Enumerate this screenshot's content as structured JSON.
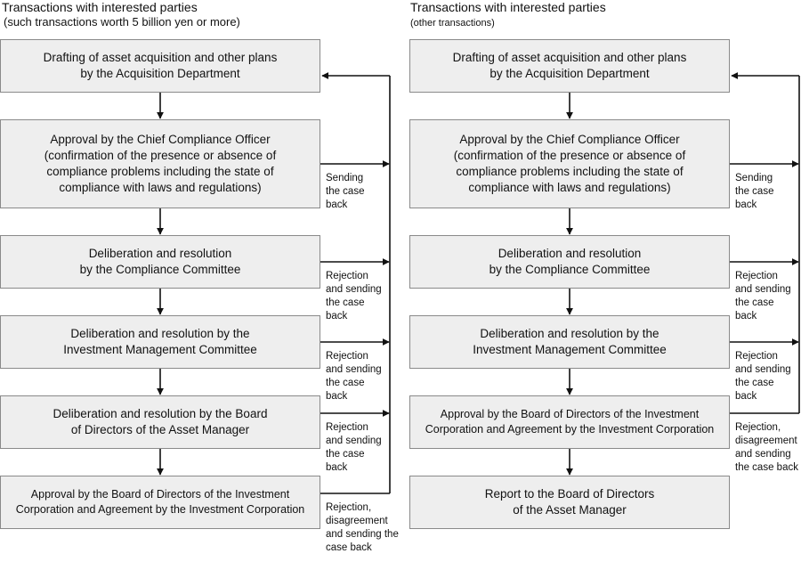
{
  "left": {
    "title": "Transactions with interested parties",
    "subtitle": "(such transactions worth 5 billion yen or more)",
    "boxes": [
      "Drafting of asset acquisition and other plans\nby the Acquisition Department",
      "Approval by the Chief Compliance Officer\n(confirmation of the presence or absence of\ncompliance problems including the state of\ncompliance with laws and regulations)",
      "Deliberation and resolution\nby the Compliance Committee",
      "Deliberation and resolution by the\nInvestment Management Committee",
      "Deliberation and resolution by the Board\nof Directors of the Asset Manager",
      "Approval by the Board of Directors of the Investment\nCorporation and Agreement by the Investment Corporation"
    ],
    "notes": [
      "Sending\nthe case\nback",
      "Rejection\nand sending\nthe case\nback",
      "Rejection\nand sending\nthe case\nback",
      "Rejection\nand sending\nthe case\nback",
      "Rejection,\ndisagreement\nand sending the\ncase back"
    ]
  },
  "right": {
    "title": "Transactions with interested parties",
    "subtitle": "(other transactions)",
    "boxes": [
      "Drafting of asset acquisition and other plans\nby the Acquisition Department",
      "Approval by the Chief Compliance Officer\n(confirmation of the presence or absence of\ncompliance problems including the state of\ncompliance with laws and regulations)",
      "Deliberation and resolution\nby the Compliance Committee",
      "Deliberation and resolution by the\nInvestment Management Committee",
      "Approval by the Board of Directors of the Investment\nCorporation and Agreement by the Investment Corporation",
      "Report to the Board of Directors\nof the Asset Manager"
    ],
    "notes": [
      "Sending\nthe case\nback",
      "Rejection\nand sending\nthe case\nback",
      "Rejection\nand sending\nthe case\nback",
      "Rejection,\ndisagreement\nand sending\nthe case back"
    ]
  }
}
